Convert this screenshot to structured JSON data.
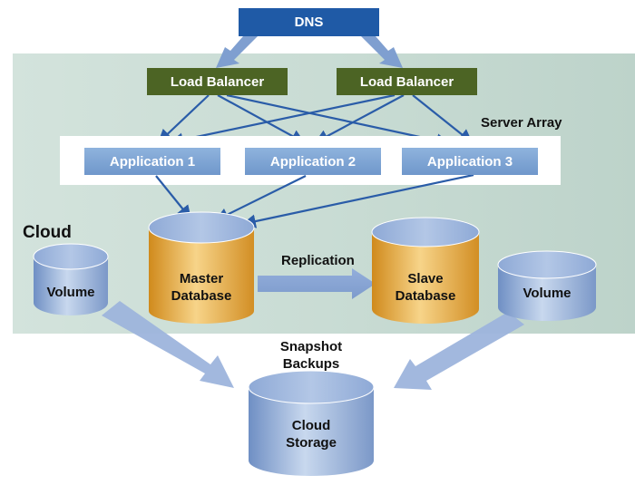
{
  "dns": {
    "label": "DNS"
  },
  "load_balancers": [
    {
      "label": "Load Balancer"
    },
    {
      "label": "Load Balancer"
    }
  ],
  "server_array": {
    "label": "Server Array",
    "applications": [
      {
        "label": "Application 1"
      },
      {
        "label": "Application 2"
      },
      {
        "label": "Application 3"
      }
    ]
  },
  "cloud": {
    "label": "Cloud"
  },
  "databases": {
    "master": {
      "line1": "Master",
      "line2": "Database"
    },
    "slave": {
      "line1": "Slave",
      "line2": "Database"
    },
    "replication_label": "Replication"
  },
  "volumes": [
    {
      "label": "Volume"
    },
    {
      "label": "Volume"
    }
  ],
  "storage": {
    "snapshot_line1": "Snapshot",
    "snapshot_line2": "Backups",
    "line1": "Cloud",
    "line2": "Storage"
  },
  "colors": {
    "dns": "#1f5aa6",
    "load_balancer": "#4c6424",
    "application": "#7aa2d4",
    "database_gold": "#e8a63c",
    "volume_blue": "#9fb8dc",
    "arrow": "#2a5ca8",
    "cloud_bg": "#c9dcd4"
  }
}
